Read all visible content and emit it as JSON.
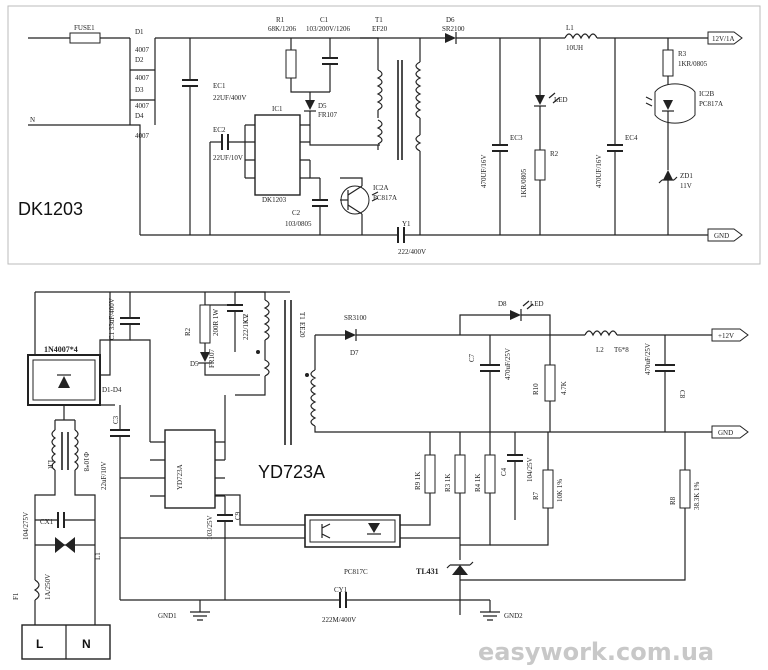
{
  "top": {
    "title": "DK1203",
    "labels": {
      "fuse": "FUSE1",
      "d1": "D1",
      "d1v": "4007",
      "d2": "D2",
      "d2v": "4007",
      "d3": "D3",
      "d3v": "4007",
      "d4": "D4",
      "d4v": "4007",
      "n": "N",
      "ec1": "EC1",
      "ec1v": "22UF/400V",
      "ec2": "EC2",
      "ec2v": "22UF/10V",
      "ic1": "IC1",
      "ic1v": "DK1203",
      "r1": "R1",
      "r1v": "68K/1206",
      "c1": "C1",
      "c1v": "103/200V/1206",
      "d5": "D5",
      "d5v": "FR107",
      "c2": "C2",
      "c2v": "103/0805",
      "ic2a": "IC2A",
      "ic2av": "PC817A",
      "t1": "T1",
      "t1v": "EF20",
      "y1": "Y1",
      "y1v": "222/400V",
      "d6": "D6",
      "d6v": "SR2100",
      "l1": "L1",
      "l1v": "10UH",
      "led": "LED",
      "ec3": "EC3",
      "ec3v": "470UF/16V",
      "r2": "R2",
      "r2v": "1KR/0805",
      "ec4": "EC4",
      "ec4v": "470UF/16V",
      "r3": "R3",
      "r3v": "1KR/0805",
      "ic2b": "IC2B",
      "ic2bv": "PC817A",
      "zd1": "ZD1",
      "zd1v": "11V",
      "out": "12V/1A",
      "gnd": "GND"
    }
  },
  "bottom": {
    "title": "YD723A",
    "labels": {
      "bridge": "1N4007*4",
      "d1": "D1-D4",
      "c1": "C1 33uF/400V",
      "r2": "R2",
      "r2v": "200R 1W",
      "c2": "C2",
      "c2v": "222/1KV",
      "d5": "D5",
      "d5v": "FR107",
      "t1": "T1",
      "t1v": "EE20",
      "lr": "LR",
      "lrv": "Ф10*8",
      "c3": "C3",
      "c3v": "22uF/10V",
      "ic": "YD723A",
      "c9": "C9",
      "c9v": "103/25V",
      "cx": "CX1",
      "cxv": "104/275V",
      "l1": "L1",
      "f1": "F1",
      "f1v": "1A/250V",
      "d7": "D7",
      "d7v": "SR3100",
      "d8": "D8",
      "led": "LED",
      "c7": "C7",
      "c7v": "470uF/25V",
      "r10": "R10",
      "r10v": "4.7K",
      "l2": "L2",
      "l2v": "T6*8",
      "c8": "C8",
      "c8v": "470uF/25V",
      "out": "+12V",
      "gnd": "GND",
      "r9": "R9 1K",
      "r3": "R3 1K",
      "r4": "R4 1K",
      "c4": "C4",
      "c4v": "104/25V",
      "r7": "R7",
      "r7v": "10K 1%",
      "r8": "R8",
      "r8v": "38.3K 1%",
      "pc": "PC817C",
      "tl": "TL431",
      "cy": "CY1",
      "cyv": "222M/400V",
      "gnd1": "GND1",
      "gnd2": "GND2",
      "pinL": "L",
      "pinN": "N"
    }
  },
  "watermark": "easywork.com.ua"
}
